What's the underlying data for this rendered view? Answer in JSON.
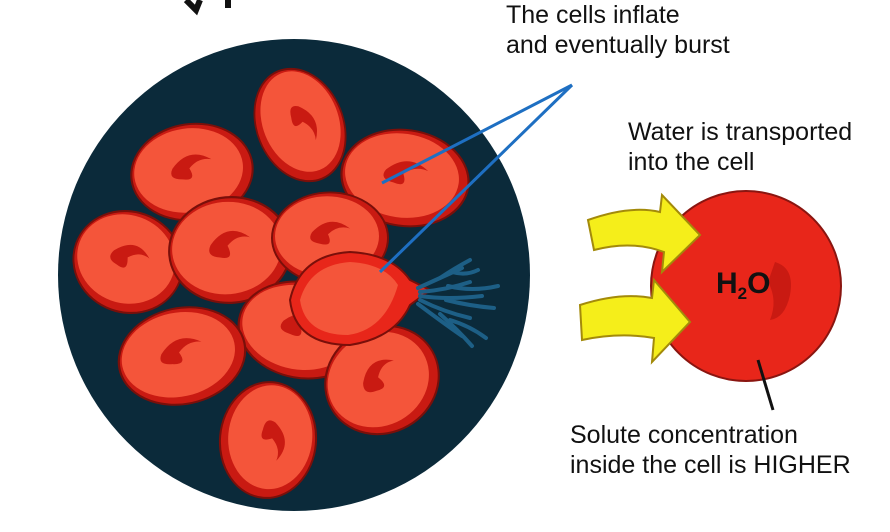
{
  "labels": {
    "burst_line1": "The cells inflate",
    "burst_line2": "and eventually burst",
    "water_line1": "Water is transported",
    "water_line2": "into the cell",
    "solute_line1": "Solute concentration",
    "solute_line2": "inside the cell is HIGHER"
  },
  "formula": {
    "element": "H",
    "subscript": "2",
    "element2": "O"
  },
  "colors": {
    "background_circle": "#0b2a3a",
    "cell_dark": "#c91a12",
    "cell_light": "#f4553a",
    "cell_fill": "#e8261a",
    "leak": "#1d5f86",
    "pointer_line": "#1e6fc2",
    "arrow_fill": "#f5ee1a",
    "arrow_stroke": "#b49a10"
  }
}
